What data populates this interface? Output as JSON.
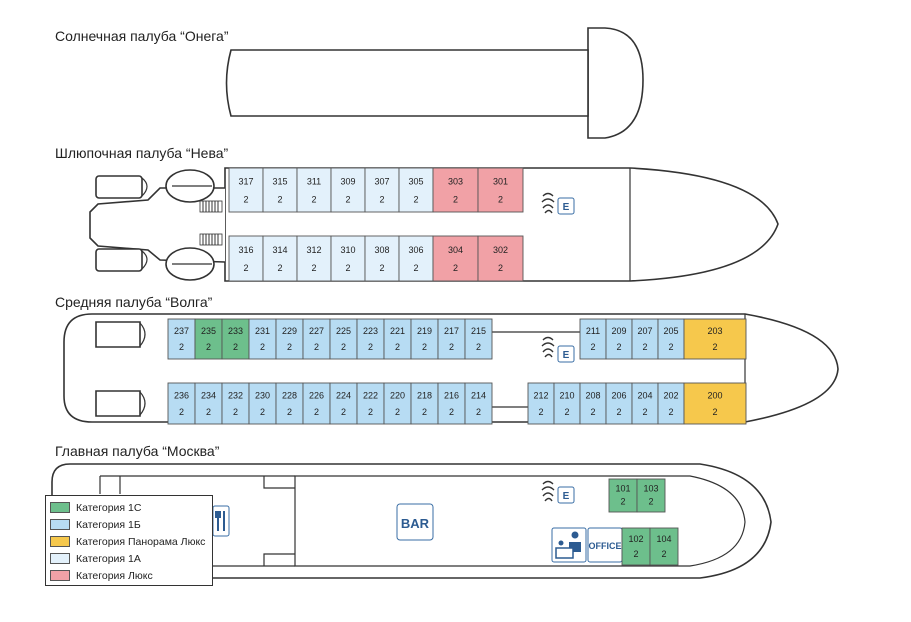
{
  "colors": {
    "cat_1c": "#6dbf8c",
    "cat_1b": "#b7dcf3",
    "cat_panorama": "#f6c84c",
    "cat_1a": "#e3f1fb",
    "cat_lux": "#f1a1a6"
  },
  "decks": {
    "sun": {
      "title": "Солнечная палуба “Онега”"
    },
    "boat": {
      "title": "Шлюпочная палуба “Нева”"
    },
    "middle": {
      "title": "Средняя палуба “Волга”"
    },
    "main": {
      "title": "Главная палуба “Москва”"
    }
  },
  "cabins": {
    "boat_top": [
      {
        "num": "317",
        "cap": "2",
        "cat": "cat_1a"
      },
      {
        "num": "315",
        "cap": "2",
        "cat": "cat_1a"
      },
      {
        "num": "311",
        "cap": "2",
        "cat": "cat_1a"
      },
      {
        "num": "309",
        "cap": "2",
        "cat": "cat_1a"
      },
      {
        "num": "307",
        "cap": "2",
        "cat": "cat_1a"
      },
      {
        "num": "305",
        "cap": "2",
        "cat": "cat_1a"
      },
      {
        "num": "303",
        "cap": "2",
        "cat": "cat_lux"
      },
      {
        "num": "301",
        "cap": "2",
        "cat": "cat_lux"
      }
    ],
    "boat_bottom": [
      {
        "num": "316",
        "cap": "2",
        "cat": "cat_1a"
      },
      {
        "num": "314",
        "cap": "2",
        "cat": "cat_1a"
      },
      {
        "num": "312",
        "cap": "2",
        "cat": "cat_1a"
      },
      {
        "num": "310",
        "cap": "2",
        "cat": "cat_1a"
      },
      {
        "num": "308",
        "cap": "2",
        "cat": "cat_1a"
      },
      {
        "num": "306",
        "cap": "2",
        "cat": "cat_1a"
      },
      {
        "num": "304",
        "cap": "2",
        "cat": "cat_lux"
      },
      {
        "num": "302",
        "cap": "2",
        "cat": "cat_lux"
      }
    ],
    "middle_top_a": [
      {
        "num": "237",
        "cap": "2",
        "cat": "cat_1b"
      },
      {
        "num": "235",
        "cap": "2",
        "cat": "cat_1c"
      },
      {
        "num": "233",
        "cap": "2",
        "cat": "cat_1c"
      },
      {
        "num": "231",
        "cap": "2",
        "cat": "cat_1b"
      },
      {
        "num": "229",
        "cap": "2",
        "cat": "cat_1b"
      },
      {
        "num": "227",
        "cap": "2",
        "cat": "cat_1b"
      },
      {
        "num": "225",
        "cap": "2",
        "cat": "cat_1b"
      },
      {
        "num": "223",
        "cap": "2",
        "cat": "cat_1b"
      },
      {
        "num": "221",
        "cap": "2",
        "cat": "cat_1b"
      },
      {
        "num": "219",
        "cap": "2",
        "cat": "cat_1b"
      },
      {
        "num": "217",
        "cap": "2",
        "cat": "cat_1b"
      },
      {
        "num": "215",
        "cap": "2",
        "cat": "cat_1b"
      }
    ],
    "middle_top_b": [
      {
        "num": "211",
        "cap": "2",
        "cat": "cat_1b"
      },
      {
        "num": "209",
        "cap": "2",
        "cat": "cat_1b"
      },
      {
        "num": "207",
        "cap": "2",
        "cat": "cat_1b"
      },
      {
        "num": "205",
        "cap": "2",
        "cat": "cat_1b"
      },
      {
        "num": "203",
        "cap": "2",
        "cat": "cat_panorama"
      }
    ],
    "middle_bottom_a": [
      {
        "num": "236",
        "cap": "2",
        "cat": "cat_1b"
      },
      {
        "num": "234",
        "cap": "2",
        "cat": "cat_1b"
      },
      {
        "num": "232",
        "cap": "2",
        "cat": "cat_1b"
      },
      {
        "num": "230",
        "cap": "2",
        "cat": "cat_1b"
      },
      {
        "num": "228",
        "cap": "2",
        "cat": "cat_1b"
      },
      {
        "num": "226",
        "cap": "2",
        "cat": "cat_1b"
      },
      {
        "num": "224",
        "cap": "2",
        "cat": "cat_1b"
      },
      {
        "num": "222",
        "cap": "2",
        "cat": "cat_1b"
      },
      {
        "num": "220",
        "cap": "2",
        "cat": "cat_1b"
      },
      {
        "num": "218",
        "cap": "2",
        "cat": "cat_1b"
      },
      {
        "num": "216",
        "cap": "2",
        "cat": "cat_1b"
      },
      {
        "num": "214",
        "cap": "2",
        "cat": "cat_1b"
      }
    ],
    "middle_bottom_b": [
      {
        "num": "212",
        "cap": "2",
        "cat": "cat_1b"
      },
      {
        "num": "210",
        "cap": "2",
        "cat": "cat_1b"
      },
      {
        "num": "208",
        "cap": "2",
        "cat": "cat_1b"
      },
      {
        "num": "206",
        "cap": "2",
        "cat": "cat_1b"
      },
      {
        "num": "204",
        "cap": "2",
        "cat": "cat_1b"
      },
      {
        "num": "202",
        "cap": "2",
        "cat": "cat_1b"
      },
      {
        "num": "200",
        "cap": "2",
        "cat": "cat_panorama"
      }
    ],
    "main_top": [
      {
        "num": "101",
        "cap": "2",
        "cat": "cat_1c"
      },
      {
        "num": "103",
        "cap": "2",
        "cat": "cat_1c"
      }
    ],
    "main_bottom": [
      {
        "num": "102",
        "cap": "2",
        "cat": "cat_1c"
      },
      {
        "num": "104",
        "cap": "2",
        "cat": "cat_1c"
      }
    ]
  },
  "icons": {
    "elevator_label": "E",
    "bar_label": "BAR",
    "office_label": "OFFICE"
  },
  "legend": [
    {
      "label": "Категория 1С",
      "cat": "cat_1c"
    },
    {
      "label": "Категория 1Б",
      "cat": "cat_1b"
    },
    {
      "label": "Категория Панорама Люкс",
      "cat": "cat_panorama"
    },
    {
      "label": "Категория 1А",
      "cat": "cat_1a"
    },
    {
      "label": "Категория Люкс",
      "cat": "cat_lux"
    }
  ]
}
